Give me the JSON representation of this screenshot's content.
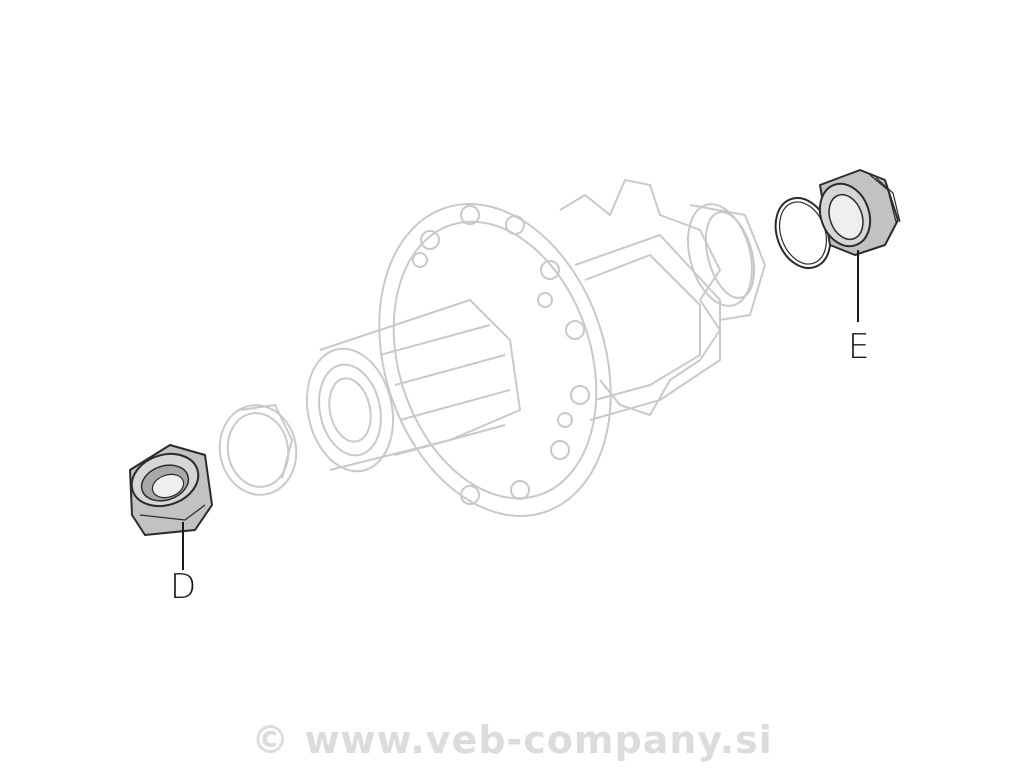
{
  "diagram": {
    "labels": {
      "part_d": "D",
      "part_e": "E"
    },
    "watermark": "© www.veb-company.si",
    "colors": {
      "ghost_outline": "#c9c9c9",
      "part_fill": "#b9b9b9",
      "part_stroke": "#2b2b2b",
      "leader_line": "#1a1a1a",
      "watermark": "#dcdcdc"
    }
  }
}
